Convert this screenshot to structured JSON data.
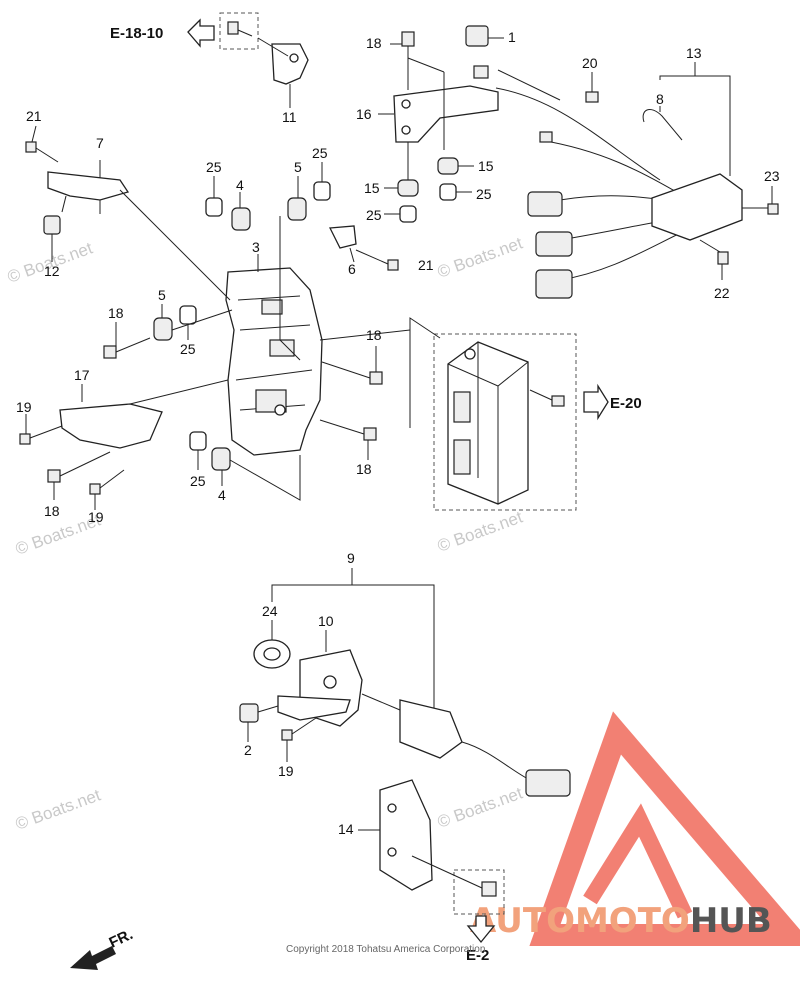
{
  "callouts": [
    "1",
    "2",
    "3",
    "4",
    "5",
    "6",
    "7",
    "8",
    "9",
    "10",
    "11",
    "12",
    "13",
    "14",
    "15",
    "16",
    "17",
    "18",
    "19",
    "20",
    "21",
    "22",
    "23",
    "24",
    "25"
  ],
  "refs": {
    "e18": "E-18-10",
    "e20": "E-20",
    "e2": "E-2",
    "fr": "FR."
  },
  "watermark": "© Boats.net",
  "copyright": "Copyright 2018 Tohatsu America Corporation",
  "brand": {
    "part1": "AUTOMOTO",
    "part2": "HUB",
    "color_accent": "#f2a27c",
    "color_dark": "#555555"
  }
}
